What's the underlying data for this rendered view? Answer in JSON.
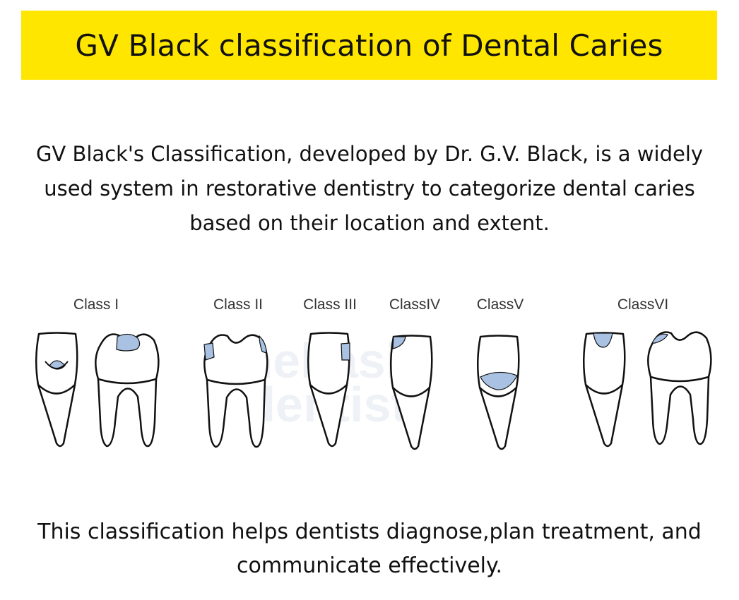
{
  "title": "GV Black classification of Dental Caries",
  "description": "GV Black's Classification, developed by Dr. G.V. Black, is a widely used system in restorative dentistry to  categorize dental caries  based on their location and extent.",
  "classes": [
    {
      "label": "Class I"
    },
    {
      "label": "Class II"
    },
    {
      "label": "Class III"
    },
    {
      "label": "ClassIV"
    },
    {
      "label": "ClassV"
    },
    {
      "label": "ClassVI"
    }
  ],
  "footer": "This classification helps dentists diagnose,plan treatment, and communicate effectively.",
  "watermark": {
    "line1": "thebasic",
    "line2": "dentist"
  },
  "colors": {
    "banner": "#ffe600",
    "caries": "#a9c1e2",
    "outline": "#111111"
  }
}
